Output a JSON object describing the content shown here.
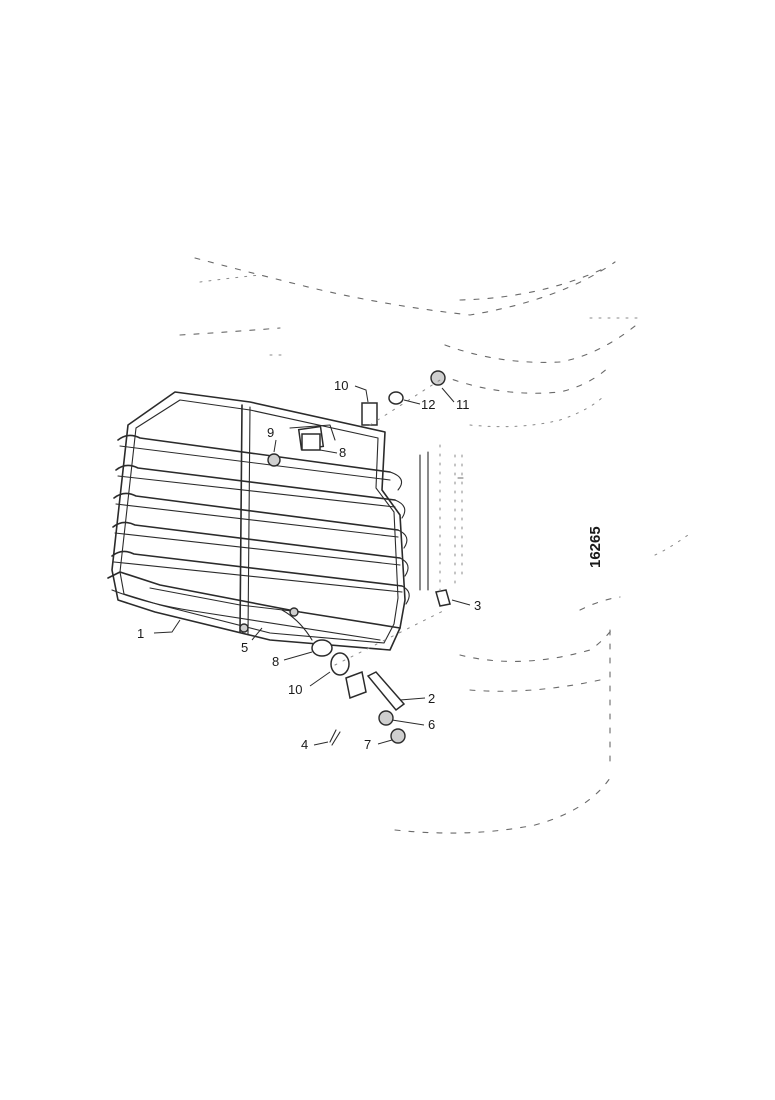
{
  "diagram": {
    "reference_number": "16265",
    "callouts": [
      {
        "id": "c1",
        "label": "1"
      },
      {
        "id": "c2",
        "label": "2"
      },
      {
        "id": "c3",
        "label": "3"
      },
      {
        "id": "c4",
        "label": "4"
      },
      {
        "id": "c5",
        "label": "5"
      },
      {
        "id": "c6",
        "label": "6"
      },
      {
        "id": "c7",
        "label": "7"
      },
      {
        "id": "c8a",
        "label": "8"
      },
      {
        "id": "c8b",
        "label": "8"
      },
      {
        "id": "c9",
        "label": "9"
      },
      {
        "id": "c10a",
        "label": "10"
      },
      {
        "id": "c10b",
        "label": "10"
      },
      {
        "id": "c11",
        "label": "11"
      },
      {
        "id": "c12",
        "label": "12"
      }
    ]
  }
}
